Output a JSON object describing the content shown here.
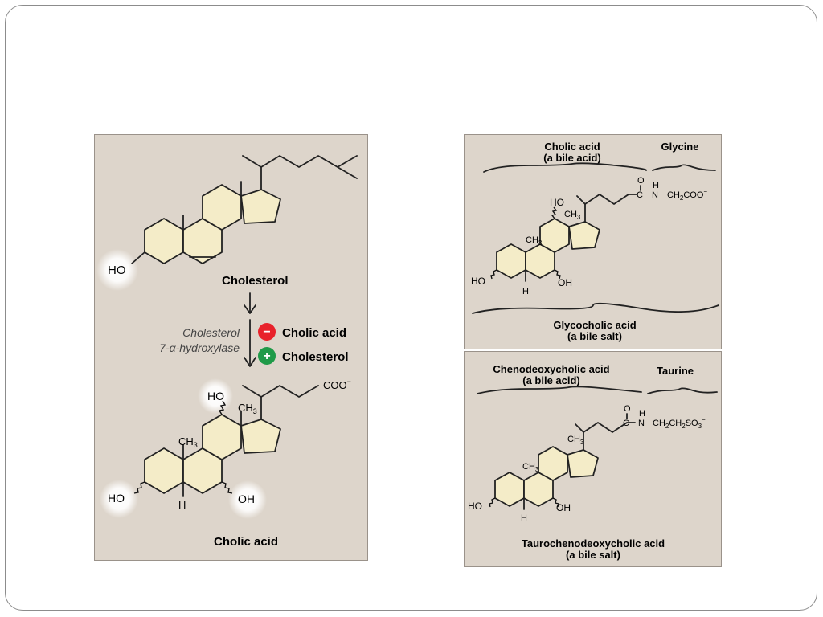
{
  "left_panel": {
    "cholesterol": {
      "name": "Cholesterol",
      "ho": "HO"
    },
    "enzyme": {
      "line1": "Cholesterol",
      "line2": "7-α-hydroxylase"
    },
    "regulation": [
      {
        "sign": "−",
        "label": "Cholic acid",
        "color": "#e8222b"
      },
      {
        "sign": "+",
        "label": "Cholesterol",
        "color": "#1f9a48"
      }
    ],
    "cholic_acid": {
      "name": "Cholic acid",
      "ho_top": "HO",
      "ch3_a": "CH",
      "ch3_b": "CH",
      "sub3": "3",
      "ho_left": "HO",
      "oh_right": "OH",
      "h": "H",
      "coo": "COO",
      "charge": "−"
    }
  },
  "top_right_panel": {
    "header_left_line1": "Cholic acid",
    "header_left_line2": "(a bile acid)",
    "header_right": "Glycine",
    "chain": {
      "o": "O",
      "h": "H",
      "c": "C",
      "n": "N",
      "tail": "CH",
      "tail_sub": "2",
      "tail_end": "COO",
      "charge": "−"
    },
    "labels": {
      "ho_top": "HO",
      "ch3": "CH",
      "sub3": "3",
      "ch3_b": "CH",
      "ho_left": "HO",
      "oh_right": "OH",
      "h": "H"
    },
    "footer_line1": "Glycocholic acid",
    "footer_line2": "(a bile salt)"
  },
  "bottom_right_panel": {
    "header_left_line1": "Chenodeoxycholic acid",
    "header_left_line2": "(a bile acid)",
    "header_right": "Taurine",
    "chain": {
      "o": "O",
      "h": "H",
      "c": "C",
      "n": "N",
      "tail": "CH",
      "tail_sub": "2",
      "tail_mid": "CH",
      "tail_end": "SO",
      "tail_end_sub": "3",
      "charge": "−"
    },
    "labels": {
      "ch3": "CH",
      "sub3": "3",
      "ch3_b": "CH",
      "ho_left": "HO",
      "oh_right": "OH",
      "h": "H"
    },
    "footer_line1": "Taurochenodeoxycholic acid",
    "footer_line2": "(a bile salt)"
  }
}
